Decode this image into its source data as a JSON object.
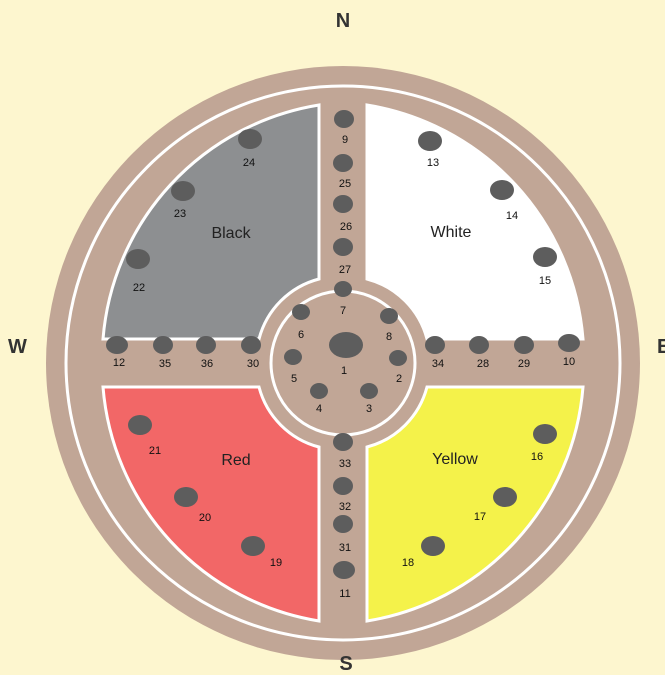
{
  "compass": {
    "north": "N",
    "south": "S",
    "west": "W",
    "east": "E"
  },
  "quadrants": {
    "black": {
      "label": "Black",
      "color": "#8d8f91"
    },
    "white": {
      "label": "White",
      "color": "#ffffff"
    },
    "red": {
      "label": "Red",
      "color": "#f26767"
    },
    "yellow": {
      "label": "Yellow",
      "color": "#f4f24a"
    }
  },
  "colors": {
    "background": "#fdf6cf",
    "ring": "#c1a696",
    "path": "#c1a696",
    "outline": "#ffffff",
    "stone": "#5d5d5d"
  },
  "stones": [
    {
      "id": "1",
      "label": "1"
    },
    {
      "id": "2",
      "label": "2"
    },
    {
      "id": "3",
      "label": "3"
    },
    {
      "id": "4",
      "label": "4"
    },
    {
      "id": "5",
      "label": "5"
    },
    {
      "id": "6",
      "label": "6"
    },
    {
      "id": "7",
      "label": "7"
    },
    {
      "id": "8",
      "label": "8"
    },
    {
      "id": "9",
      "label": "9"
    },
    {
      "id": "10",
      "label": "10"
    },
    {
      "id": "11",
      "label": "11"
    },
    {
      "id": "12",
      "label": "12"
    },
    {
      "id": "13",
      "label": "13"
    },
    {
      "id": "14",
      "label": "14"
    },
    {
      "id": "15",
      "label": "15"
    },
    {
      "id": "16",
      "label": "16"
    },
    {
      "id": "17",
      "label": "17"
    },
    {
      "id": "18",
      "label": "18"
    },
    {
      "id": "19",
      "label": "19"
    },
    {
      "id": "20",
      "label": "20"
    },
    {
      "id": "21",
      "label": "21"
    },
    {
      "id": "22",
      "label": "22"
    },
    {
      "id": "23",
      "label": "23"
    },
    {
      "id": "24",
      "label": "24"
    },
    {
      "id": "25",
      "label": "25"
    },
    {
      "id": "26",
      "label": "26"
    },
    {
      "id": "27",
      "label": "27"
    },
    {
      "id": "28",
      "label": "28"
    },
    {
      "id": "29",
      "label": "29"
    },
    {
      "id": "30",
      "label": "30"
    },
    {
      "id": "31",
      "label": "31"
    },
    {
      "id": "32",
      "label": "32"
    },
    {
      "id": "33",
      "label": "33"
    },
    {
      "id": "34",
      "label": "34"
    },
    {
      "id": "35",
      "label": "35"
    },
    {
      "id": "36",
      "label": "36"
    }
  ]
}
